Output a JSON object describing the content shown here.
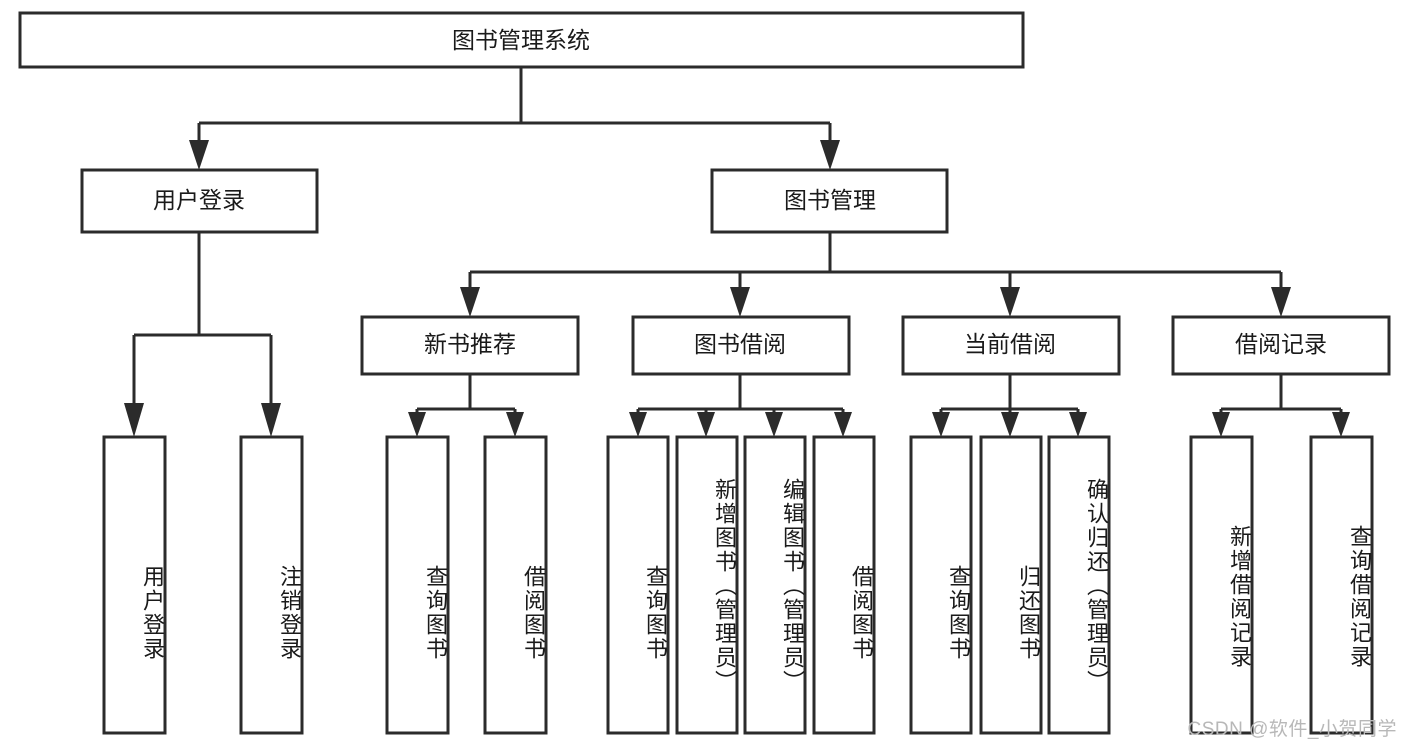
{
  "diagram": {
    "title": "图书管理系统",
    "type": "tree-hierarchy-diagram",
    "colors": {
      "box_stroke": "#2b2b2b",
      "box_fill": "#ffffff",
      "text": "#1a1a1a",
      "watermark": "#b8b8b8",
      "background": "#ffffff"
    },
    "root": {
      "label": "图书管理系统"
    },
    "level2": [
      {
        "label": "用户登录"
      },
      {
        "label": "图书管理"
      }
    ],
    "level3": [
      {
        "label": "新书推荐"
      },
      {
        "label": "图书借阅"
      },
      {
        "label": "当前借阅"
      },
      {
        "label": "借阅记录"
      }
    ],
    "leaves": {
      "user_login": [
        {
          "label": "用户登录"
        },
        {
          "label": "注销登录"
        }
      ],
      "new_book_recommend": [
        {
          "label": "查询图书"
        },
        {
          "label": "借阅图书"
        }
      ],
      "book_borrow": [
        {
          "label": "查询图书"
        },
        {
          "label": "新增图书（管理员）"
        },
        {
          "label": "编辑图书（管理员）"
        },
        {
          "label": "借阅图书"
        }
      ],
      "current_borrow": [
        {
          "label": "查询图书"
        },
        {
          "label": "归还图书"
        },
        {
          "label": "确认归还（管理员）"
        }
      ],
      "borrow_record": [
        {
          "label": "新增借阅记录"
        },
        {
          "label": "查询借阅记录"
        }
      ]
    }
  },
  "watermark": {
    "text": "CSDN @软件_小贺同学"
  }
}
